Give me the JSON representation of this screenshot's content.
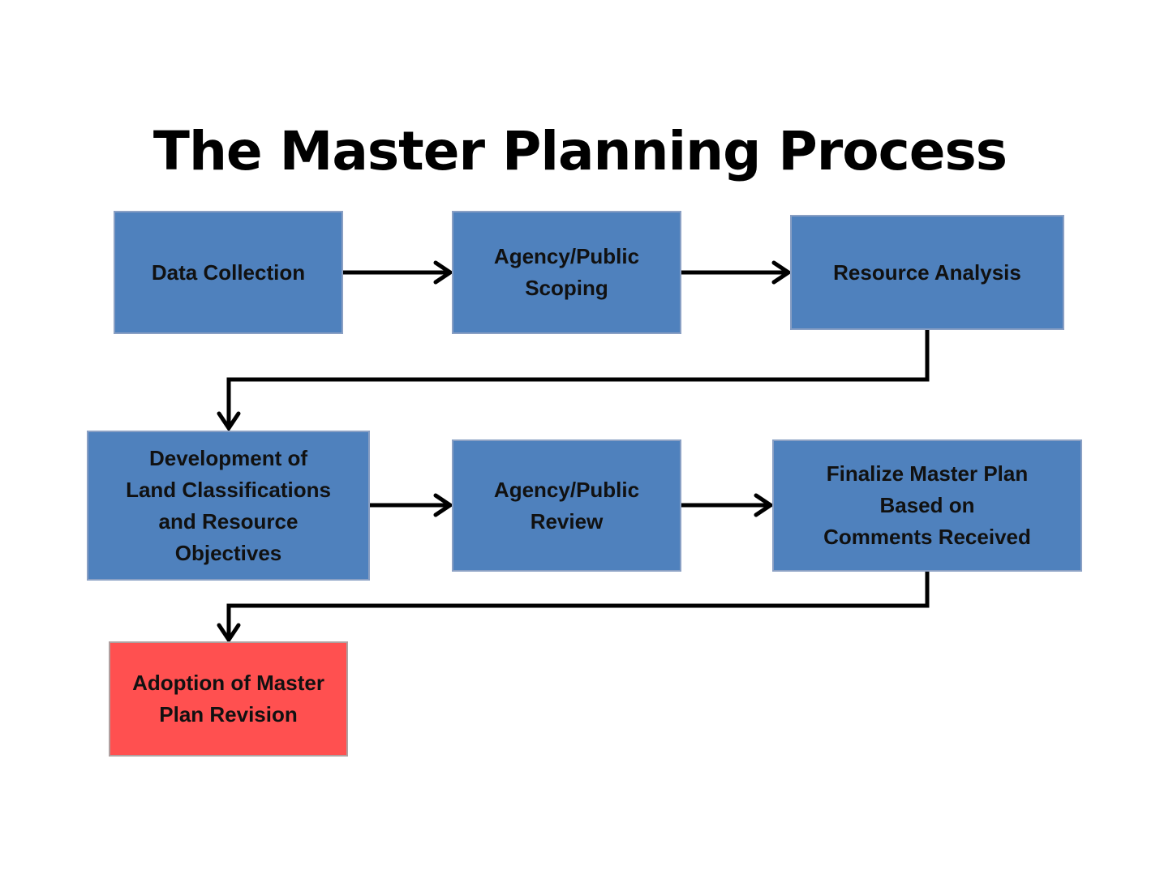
{
  "title": "The Master Planning Process",
  "colors": {
    "step": "#4f81bd",
    "final_step": "#ff5050",
    "arrow": "#000000"
  },
  "steps": [
    {
      "id": "data-collection",
      "label": "Data Collection"
    },
    {
      "id": "agency-public-scoping",
      "label": "Agency/Public\nScoping"
    },
    {
      "id": "resource-analysis",
      "label": "Resource Analysis"
    },
    {
      "id": "development-land-classifications",
      "label": "Development of\nLand Classifications\nand Resource\nObjectives"
    },
    {
      "id": "agency-public-review",
      "label": "Agency/Public\nReview"
    },
    {
      "id": "finalize-master-plan",
      "label": "Finalize Master Plan\nBased on\nComments Received"
    },
    {
      "id": "adoption-master-plan",
      "label": "Adoption of Master\nPlan Revision"
    }
  ],
  "flow": [
    [
      "data-collection",
      "agency-public-scoping"
    ],
    [
      "agency-public-scoping",
      "resource-analysis"
    ],
    [
      "resource-analysis",
      "development-land-classifications"
    ],
    [
      "development-land-classifications",
      "agency-public-review"
    ],
    [
      "agency-public-review",
      "finalize-master-plan"
    ],
    [
      "finalize-master-plan",
      "adoption-master-plan"
    ]
  ]
}
